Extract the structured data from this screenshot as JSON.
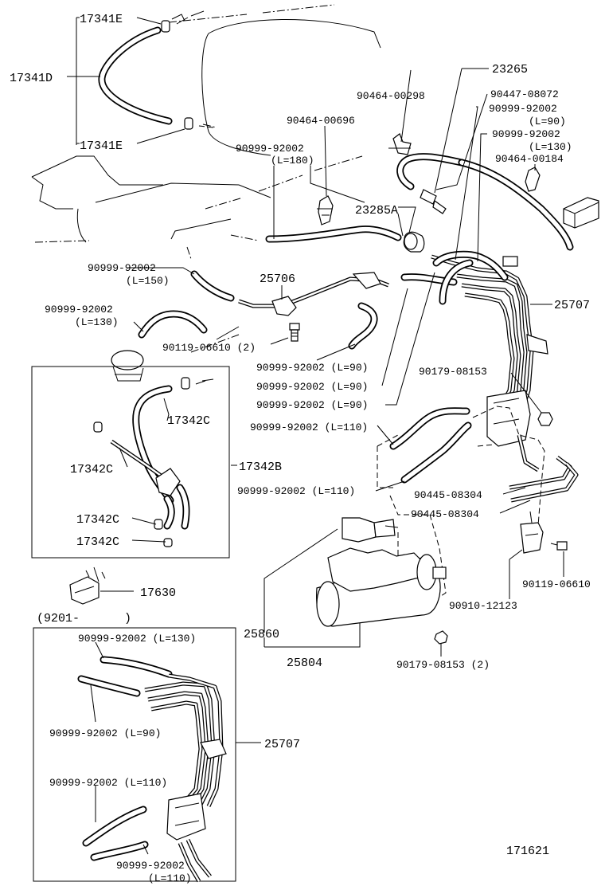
{
  "labels": {
    "p17341E_top": "17341E",
    "p17341D": "17341D",
    "p17341E_bot": "17341E",
    "p23265": "23265",
    "p90464_00298": "90464-00298",
    "p90447_08072": "90447-08072",
    "p90999_L90_top": "90999-92002",
    "p90999_L90_top_len": "(L=90)",
    "p90999_L130_top": "90999-92002",
    "p90999_L130_top_len": "(L=130)",
    "p90464_00184": "90464-00184",
    "p90464_00696": "90464-00696",
    "p90999_L180": "90999-92002",
    "p90999_L180_len": "(L=180)",
    "p23285A": "23285A",
    "p90999_L150": "90999-92002",
    "p90999_L150_len": "(L=150)",
    "p25706": "25706",
    "p25707_main": "25707",
    "p90999_L130_left": "90999-92002",
    "p90999_L130_left_len": "(L=130)",
    "p90119_06610_2": "90119-06610 (2)",
    "p90999_L90_a": "90999-92002 (L=90)",
    "p90999_L90_b": "90999-92002 (L=90)",
    "p90999_L90_c": "90999-92002 (L=90)",
    "p90179_08153": "90179-08153",
    "p17342C_a": "17342C",
    "p17342C_b": "17342C",
    "p17342B": "17342B",
    "p17342C_c": "17342C",
    "p17342C_d": "17342C",
    "p90999_L110_a": "90999-92002 (L=110)",
    "p90999_L110_b": "90999-92002 (L=110)",
    "p90445_08304_a": "90445-08304",
    "p90445_08304_b": "90445-08304",
    "p90119_06610": "90119-06610",
    "p90910_12123": "90910-12123",
    "p17630": "17630",
    "p9201": "(9201-",
    "p9201_close": ")",
    "p25860": "25860",
    "p25804": "25804",
    "p90179_08153_2": "90179-08153 (2)",
    "p_box_L130": "90999-92002 (L=130)",
    "p_box_L90": "90999-92002 (L=90)",
    "p_box_25707": "25707",
    "p_box_L110_a": "90999-92002 (L=110)",
    "p_box_L110_b": "90999-92002",
    "p_box_L110_b_len": "(L=110)",
    "figure_no": "171621"
  }
}
